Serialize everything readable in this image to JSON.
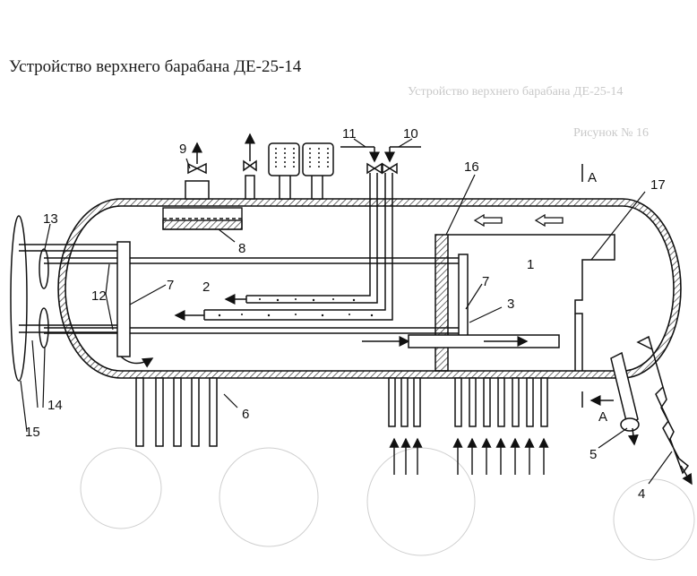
{
  "title": "Устройство верхнего барабана ДЕ-25-14",
  "labels": {
    "n1": "1",
    "n2": "2",
    "n3": "3",
    "n4": "4",
    "n5": "5",
    "n6": "6",
    "n7a": "7",
    "n7b": "7",
    "n8": "8",
    "n9": "9",
    "n10": "10",
    "n11": "11",
    "n12": "12",
    "n13": "13",
    "n14": "14",
    "n15": "15",
    "n16": "16",
    "n17": "17",
    "sectionA_top": "A",
    "sectionA_bottom": "A"
  }
}
